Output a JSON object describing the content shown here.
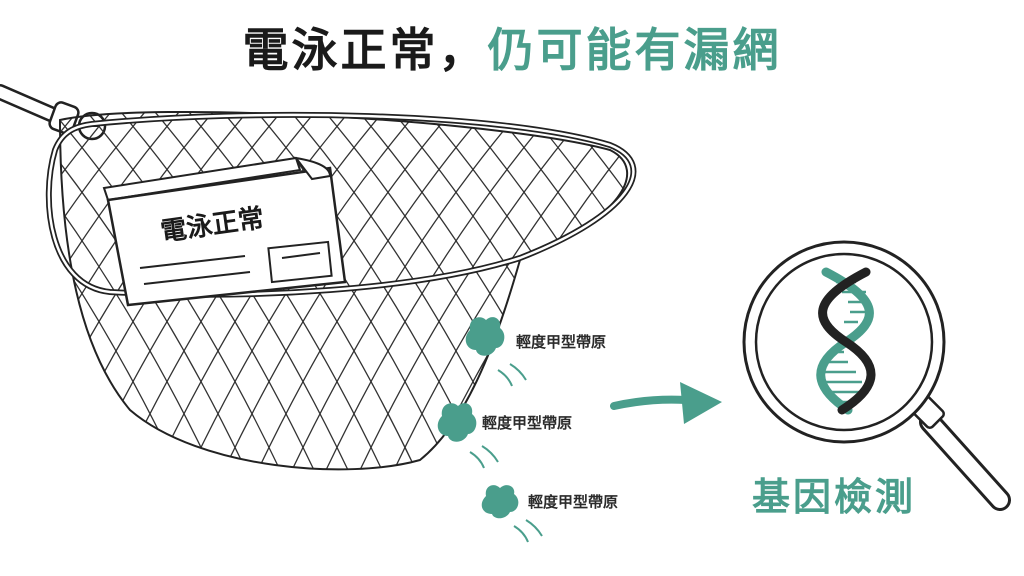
{
  "title": {
    "part1": "電泳正常",
    "separator": "，",
    "part2": "仍可能有漏網"
  },
  "document": {
    "title": "電泳正常"
  },
  "carriers": [
    {
      "label": "輕度甲型帶原"
    },
    {
      "label": "輕度甲型帶原"
    },
    {
      "label": "輕度甲型帶原"
    }
  ],
  "test": {
    "label": "基因檢測"
  },
  "colors": {
    "accent": "#4a9e8c",
    "ink": "#1a1a1a",
    "outline": "#222222"
  },
  "icons": [
    "net-icon",
    "lab-report-icon",
    "carrier-blob-icon",
    "arrow-right-icon",
    "magnifier-icon",
    "dna-icon"
  ]
}
